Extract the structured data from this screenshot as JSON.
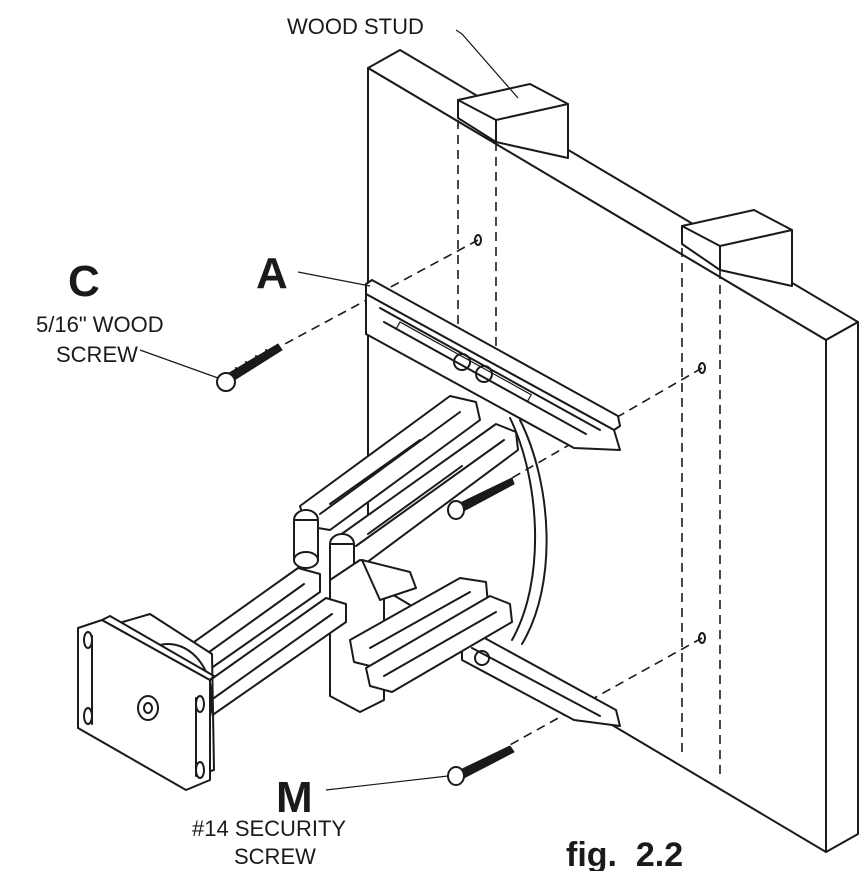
{
  "labels": {
    "wood_stud": "WOOD STUD",
    "part_a": "A",
    "part_c": "C",
    "part_c_desc_line1": "5/16\" WOOD",
    "part_c_desc_line2": "SCREW",
    "part_m": "M",
    "part_m_desc_line1": "#14 SECURITY",
    "part_m_desc_line2": "SCREW",
    "figure": "fig.  2.2"
  },
  "colors": {
    "ink": "#1a1a1a",
    "paper": "#ffffff"
  }
}
